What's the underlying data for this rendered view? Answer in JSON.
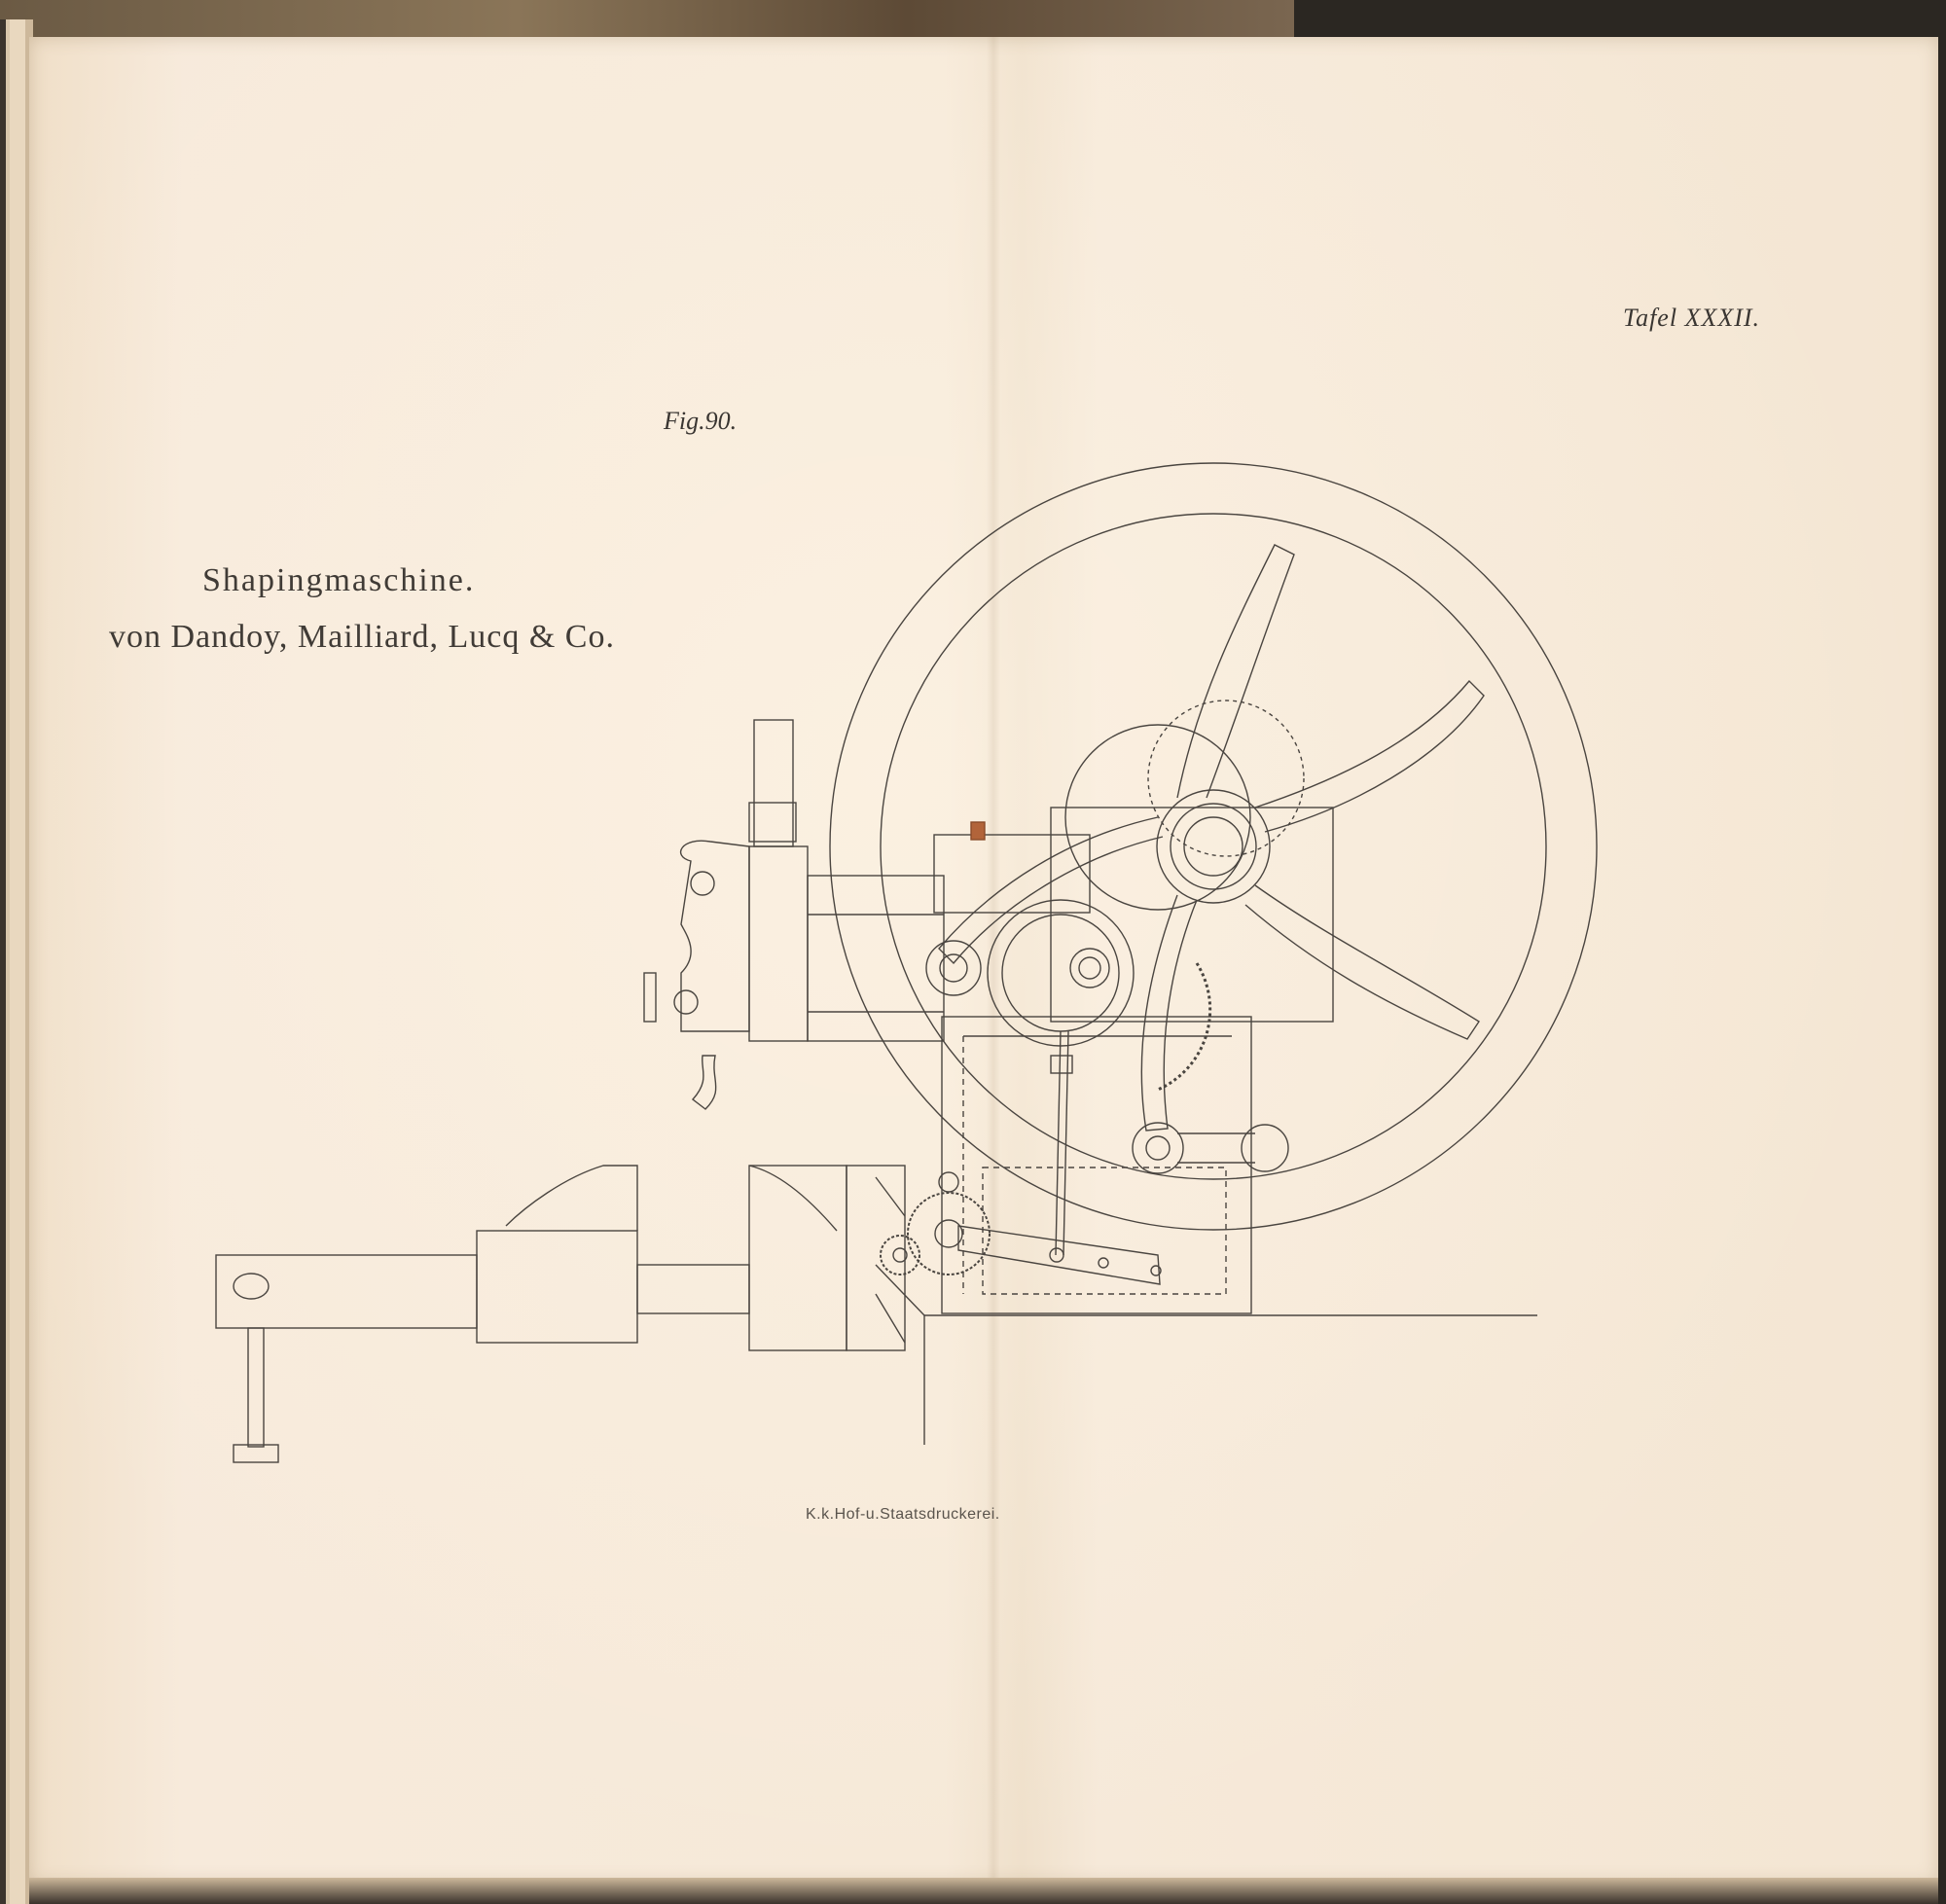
{
  "plate": {
    "plate_number": "Tafel XXXII.",
    "figure_label": "Fig.90.",
    "title": "Shapingmaschine.",
    "subtitle": "von Dandoy, Mailliard, Lucq & Co.",
    "printer": "K.k.Hof-u.Staatsdruckerei."
  }
}
